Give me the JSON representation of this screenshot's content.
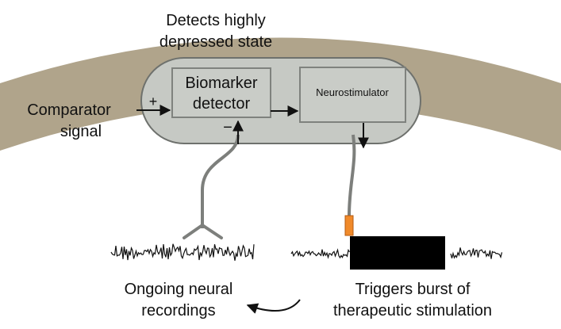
{
  "labels": {
    "top_line1": "Detects highly",
    "top_line2": "depressed state",
    "biomarker_line1": "Biomarker",
    "biomarker_line2": "detector",
    "neurostimulator": "Neurostimulator",
    "comparator_line1": "Comparator",
    "comparator_line2": "signal",
    "plus_sign": "+",
    "minus_sign": "−",
    "ongoing_line1": "Ongoing neural",
    "ongoing_line2": "recordings",
    "triggers_line1": "Triggers burst of",
    "triggers_line2": "therapeutic stimulation"
  },
  "colors": {
    "skull_band": "#b0a48b",
    "device_fill": "#c6c9c4",
    "device_stroke": "#6e716d",
    "box_fill": "#c9ccc7",
    "box_stroke": "#7f827e",
    "lead": "#7d7f7c",
    "electrode_tip": "#f08a2a",
    "trace": "#111111"
  }
}
